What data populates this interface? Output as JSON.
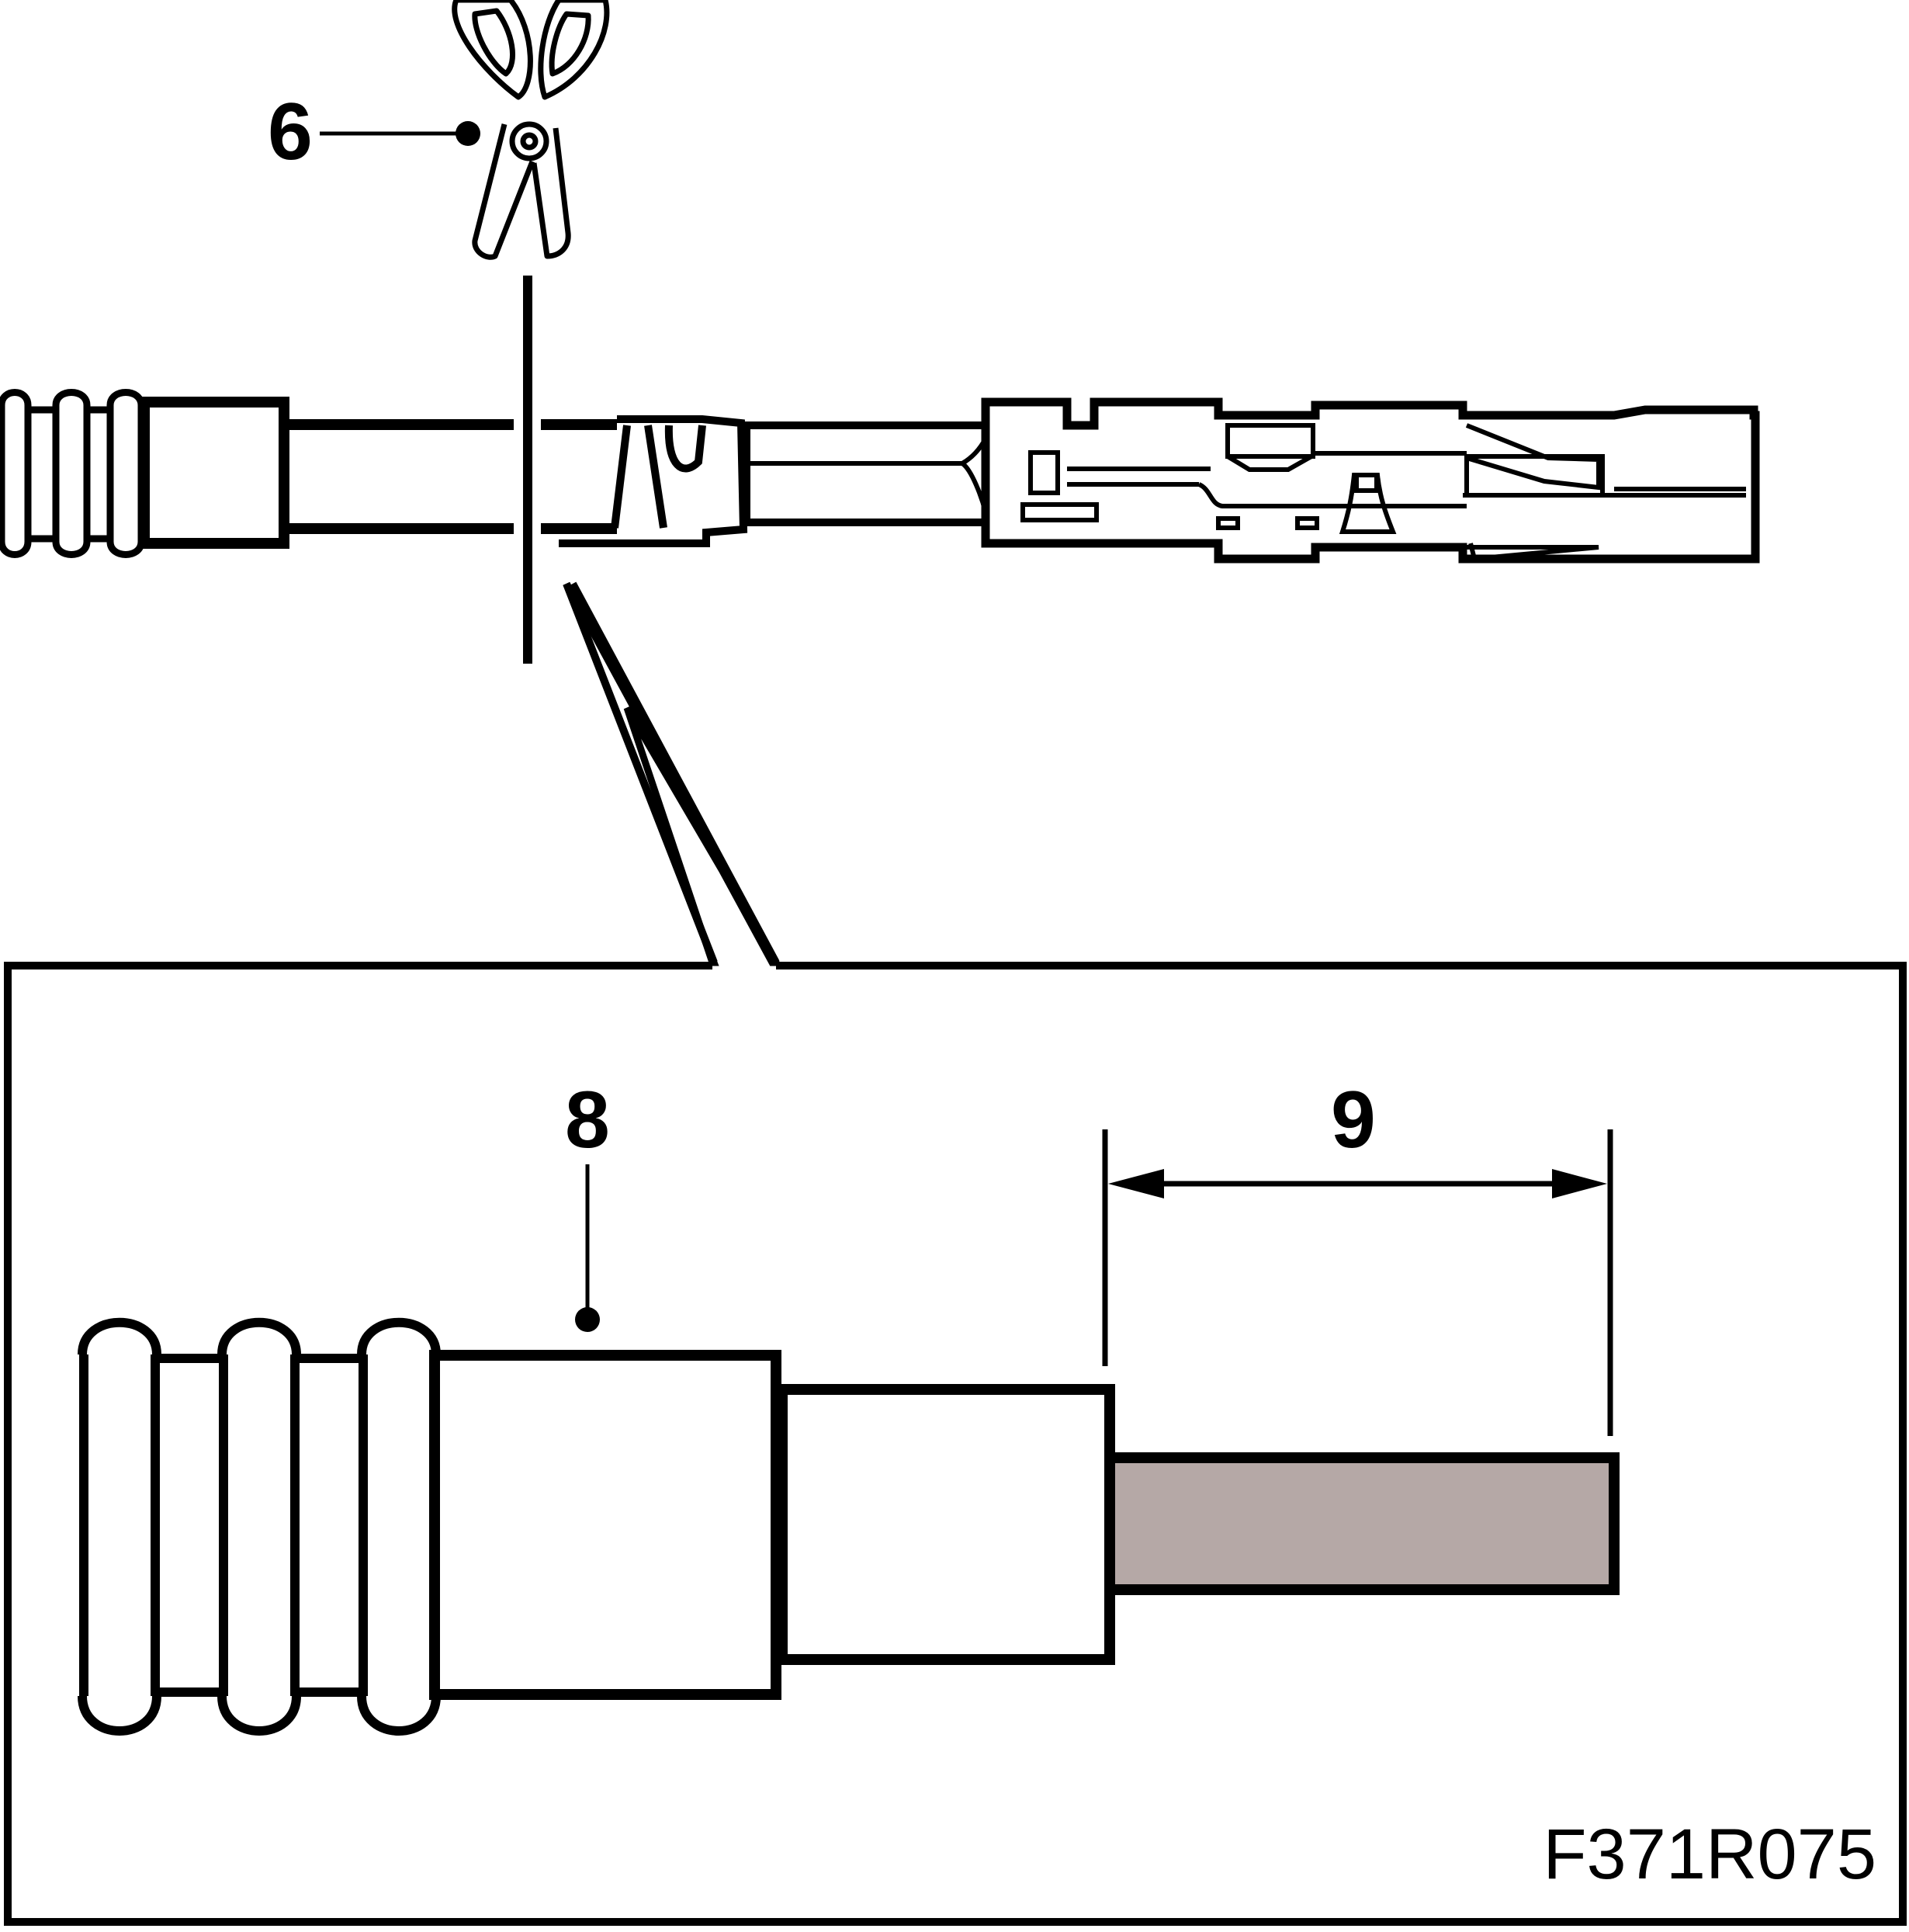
{
  "callouts": {
    "scissors": "6",
    "cable_jacket": "8",
    "strip_length": "9"
  },
  "figure_code": "F371R075",
  "icons": {
    "cut_tool": "scissors-icon",
    "pointer_dot": "leader-dot",
    "dimension_arrows": "arrowhead"
  },
  "colors": {
    "line": "#000000",
    "background": "#ffffff",
    "exposed_conductor": "#b5a8a6"
  }
}
